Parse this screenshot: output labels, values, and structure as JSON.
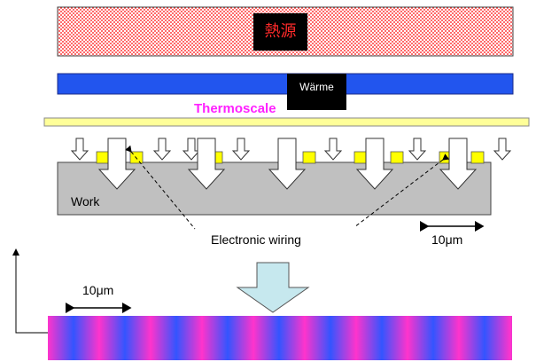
{
  "labels": {
    "heat_source": "熱源",
    "warme": "Wärme",
    "thermoscale": "Thermoscale",
    "work": "Work",
    "electronic_wiring": "Electronic wiring",
    "scale_top": "10μm",
    "scale_bottom": "10μm"
  },
  "colors": {
    "heat_dots": "#ff0000",
    "warme_bar": "#2255ee",
    "thermoscale_bar": "#ffff99",
    "work_body": "#c0c0c0",
    "wiring_pads": "#ffff00",
    "result_pink": "#ff33cc",
    "result_blue": "#3355ff",
    "down_arrow_fill": "#c6e8ee"
  }
}
